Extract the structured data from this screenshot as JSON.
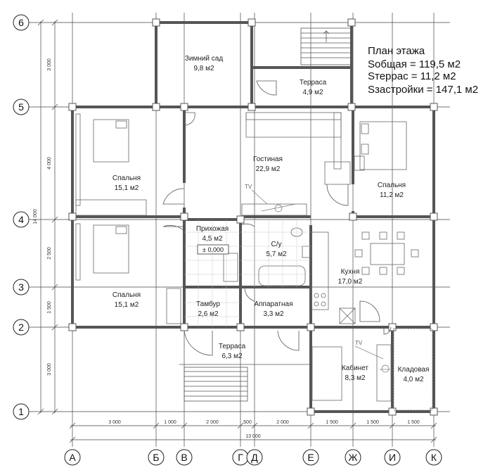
{
  "title": {
    "heading": "План этажа",
    "area_total": "Sобщая = 119,5 м2",
    "area_terrace": "Sтеррас = 11,2 м2",
    "area_building": "Sзастройки = 147,1 м2"
  },
  "rooms": {
    "winter_garden": {
      "name": "Зимний сад",
      "area": "9,8 м2"
    },
    "terrace_top": {
      "name": "Терраса",
      "area": "4,9 м2"
    },
    "bedroom_left_top": {
      "name": "Спальня",
      "area": "15,1 м2"
    },
    "living_room": {
      "name": "Гостиная",
      "area": "22,9 м2"
    },
    "bedroom_right": {
      "name": "Спальня",
      "area": "11,2 м2"
    },
    "hallway": {
      "name": "Прихожая",
      "area": "4,5 м2"
    },
    "level_mark": "± 0,000",
    "bathroom": {
      "name": "С/у",
      "area": "5,7 м2"
    },
    "kitchen": {
      "name": "Кухня",
      "area": "17,0 м2"
    },
    "bedroom_left_bottom": {
      "name": "Спальня",
      "area": "15,1 м2"
    },
    "vestibule": {
      "name": "Тамбур",
      "area": "2,6 м2"
    },
    "utility": {
      "name": "Аппаратная",
      "area": "3,3 м2"
    },
    "terrace_bottom": {
      "name": "Терраса",
      "area": "6,3 м2"
    },
    "office": {
      "name": "Кабинет",
      "area": "8,3 м2"
    },
    "storage": {
      "name": "Кладовая",
      "area": "4,0 м2"
    }
  },
  "tv_labels": {
    "living": "TV",
    "office": "TV"
  },
  "axes_rows": [
    "1",
    "2",
    "3",
    "4",
    "5",
    "6"
  ],
  "axes_cols": [
    "А",
    "Б",
    "В",
    "Г",
    "Д",
    "Е",
    "Ж",
    "И",
    "К"
  ],
  "dims_vertical": [
    "3 000",
    "1 500",
    "2 500",
    "4 000",
    "3 000"
  ],
  "dim_vertical_total": "14 000",
  "dims_horizontal": [
    "3 000",
    "1 000",
    "2 000",
    "500",
    "2 000",
    "1 500",
    "1 500",
    "1 500"
  ],
  "dim_horizontal_total": "13 000",
  "colors": {
    "wall": "#555555",
    "grid": "#555555",
    "furniture": "#666666"
  }
}
